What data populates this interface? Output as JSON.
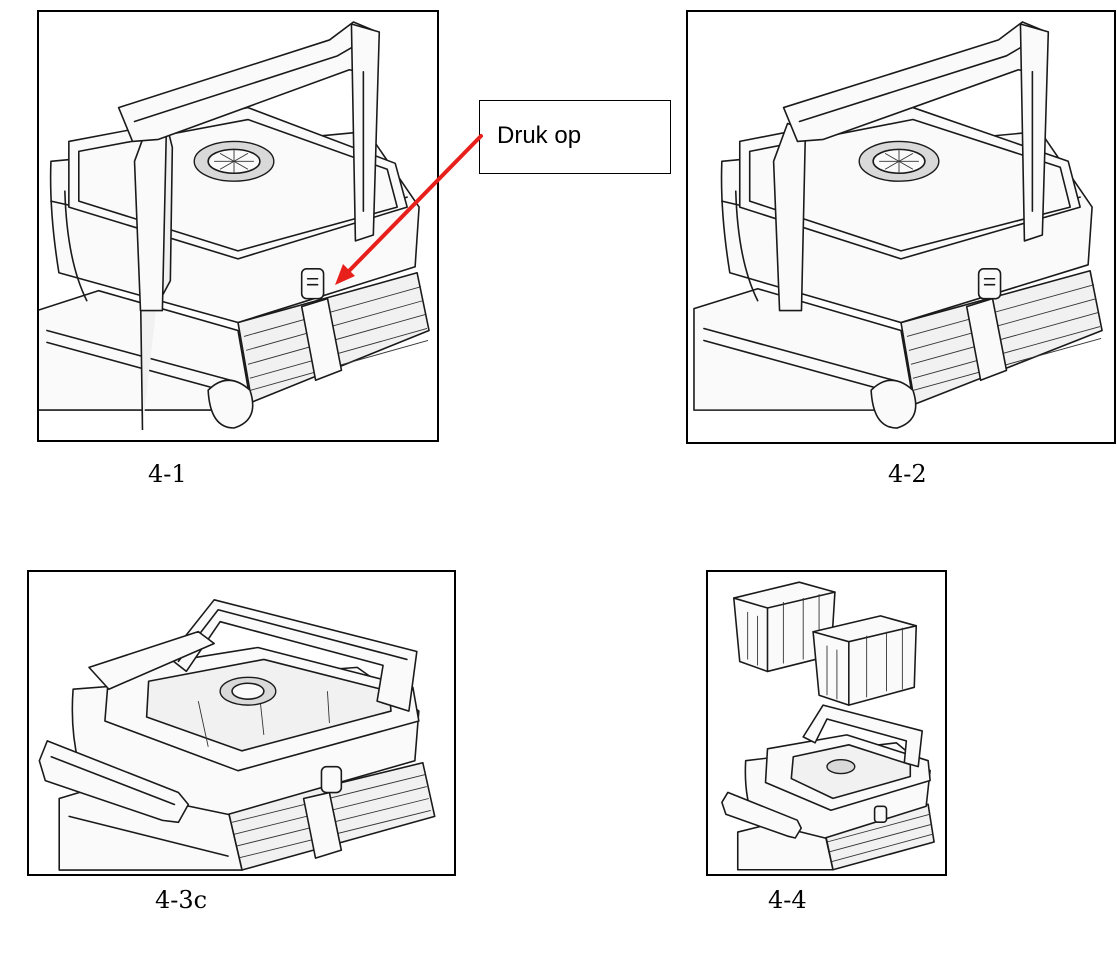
{
  "figures": [
    {
      "caption": "4-1",
      "illustration": "pool-robot-closed-with-callout"
    },
    {
      "caption": "4-2",
      "illustration": "pool-robot-closed"
    },
    {
      "caption": "4-3c",
      "illustration": "pool-robot-lid-open"
    },
    {
      "caption": "4-4",
      "illustration": "pool-robot-filters-removed"
    }
  ],
  "callout": {
    "text": "Druk op"
  },
  "colors": {
    "arrow": "#e8201c",
    "line": "#1a1a1a",
    "frame": "#000000"
  }
}
